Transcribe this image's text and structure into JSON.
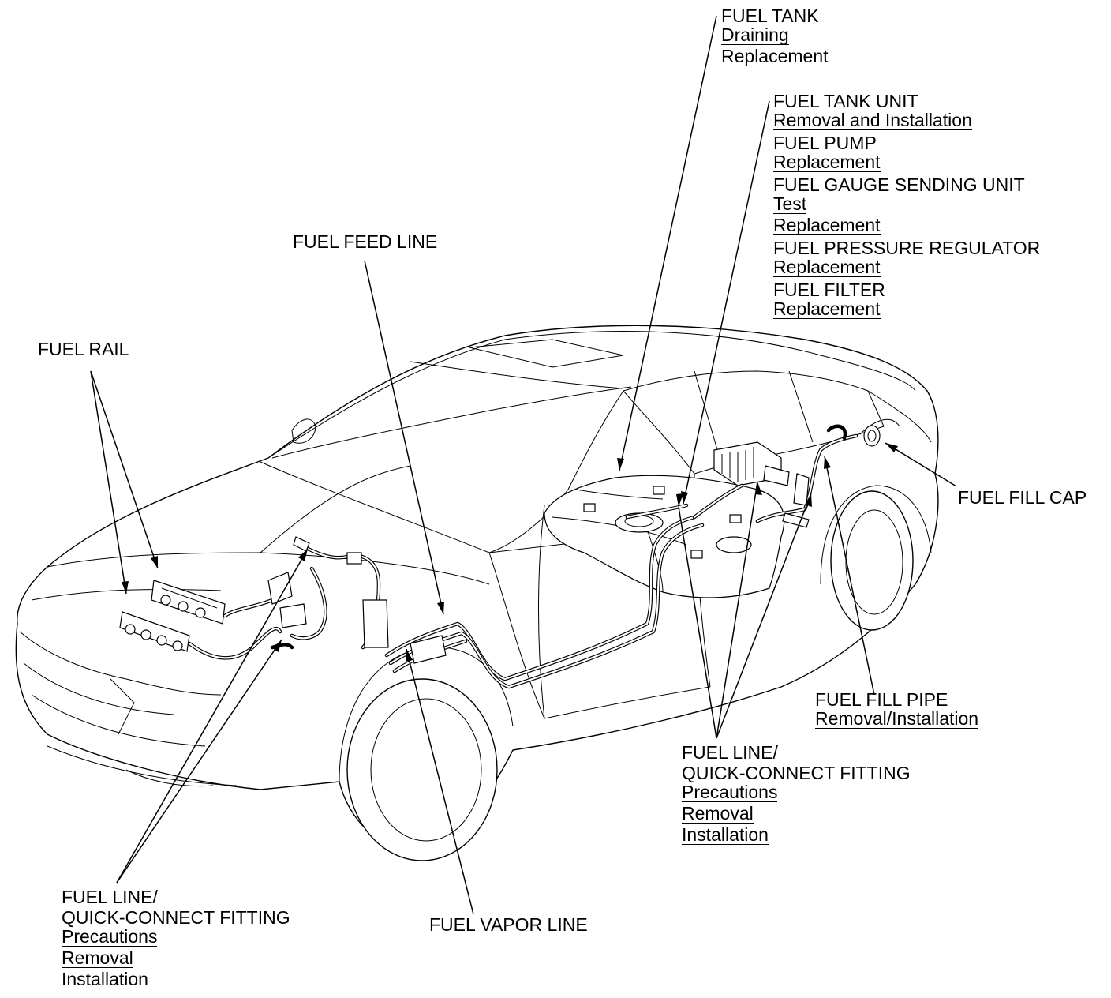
{
  "labels": {
    "fuel_tank": {
      "title": "FUEL TANK",
      "links": [
        "Draining",
        "Replacement"
      ]
    },
    "fuel_tank_unit": {
      "groups": [
        {
          "title": "FUEL TANK UNIT",
          "links": [
            "Removal and Installation"
          ]
        },
        {
          "title": "FUEL PUMP",
          "links": [
            "Replacement"
          ]
        },
        {
          "title": "FUEL GAUGE SENDING UNIT",
          "links": [
            "Test",
            "Replacement"
          ]
        },
        {
          "title": "FUEL PRESSURE REGULATOR",
          "links": [
            "Replacement"
          ]
        },
        {
          "title": "FUEL FILTER",
          "links": [
            "Replacement"
          ]
        }
      ]
    },
    "fuel_feed_line": {
      "title": "FUEL FEED LINE"
    },
    "fuel_rail": {
      "title": "FUEL RAIL"
    },
    "fuel_fill_cap": {
      "title": "FUEL FILL CAP"
    },
    "fuel_fill_pipe": {
      "title": "FUEL FILL PIPE",
      "links": [
        "Removal/Installation"
      ]
    },
    "fuel_line_rear": {
      "title_1": "FUEL LINE/",
      "title_2": "QUICK-CONNECT FITTING",
      "links": [
        "Precautions",
        "Removal",
        "Installation"
      ]
    },
    "fuel_line_front": {
      "title_1": "FUEL LINE/",
      "title_2": "QUICK-CONNECT FITTING",
      "links": [
        "Precautions",
        "Removal",
        "Installation"
      ]
    },
    "fuel_vapor_line": {
      "title": "FUEL VAPOR LINE"
    }
  }
}
